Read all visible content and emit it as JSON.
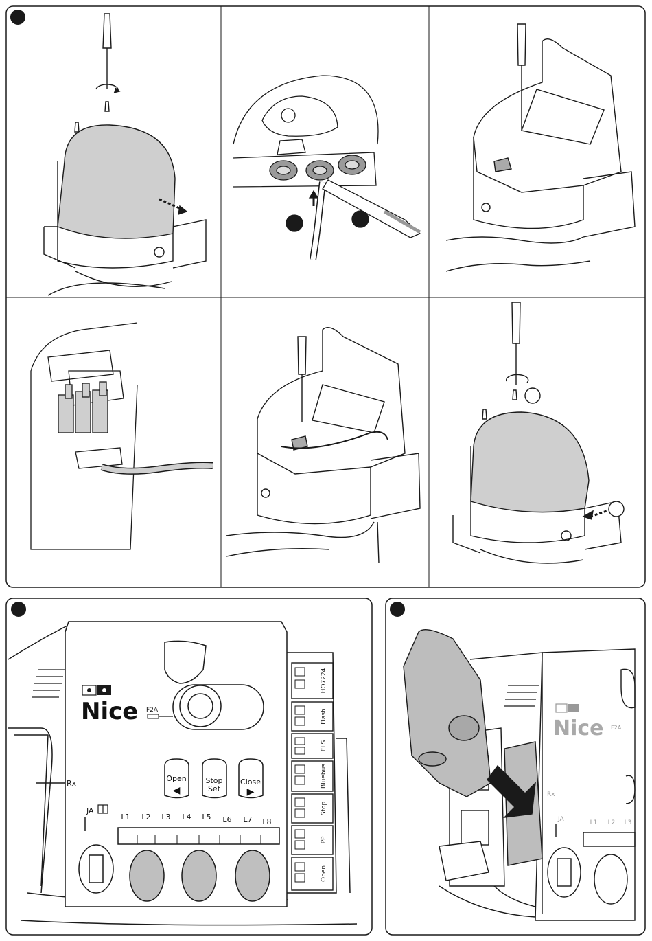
{
  "colors": {
    "stroke": "#1a1a1a",
    "cover_grey": "#c9c9c9",
    "button_grey": "#bfbfbf",
    "badge": "#1a1a1a",
    "arrow": "#111111"
  },
  "board": {
    "brand": "Nice",
    "fuse_label": "F2A",
    "rx_label": "Rx",
    "ja_label": "JA",
    "buttons": [
      {
        "line1": "Open",
        "line2": "◀"
      },
      {
        "line1": "Stop",
        "line2": "Set"
      },
      {
        "line1": "Close",
        "line2": "▶"
      }
    ],
    "leds": [
      "L1",
      "L2",
      "L3",
      "L4",
      "L5",
      "L6",
      "L7",
      "L8"
    ],
    "terminals": [
      "HO7224",
      "Flash",
      "ELS",
      "Bluebus",
      "Stop",
      "PP",
      "Open"
    ]
  },
  "detail": {
    "brand": "Nice",
    "fuse_label": "F2A",
    "rx_label": "Rx",
    "ja_label": "JA",
    "leds": [
      "L1",
      "L2",
      "L3"
    ]
  }
}
